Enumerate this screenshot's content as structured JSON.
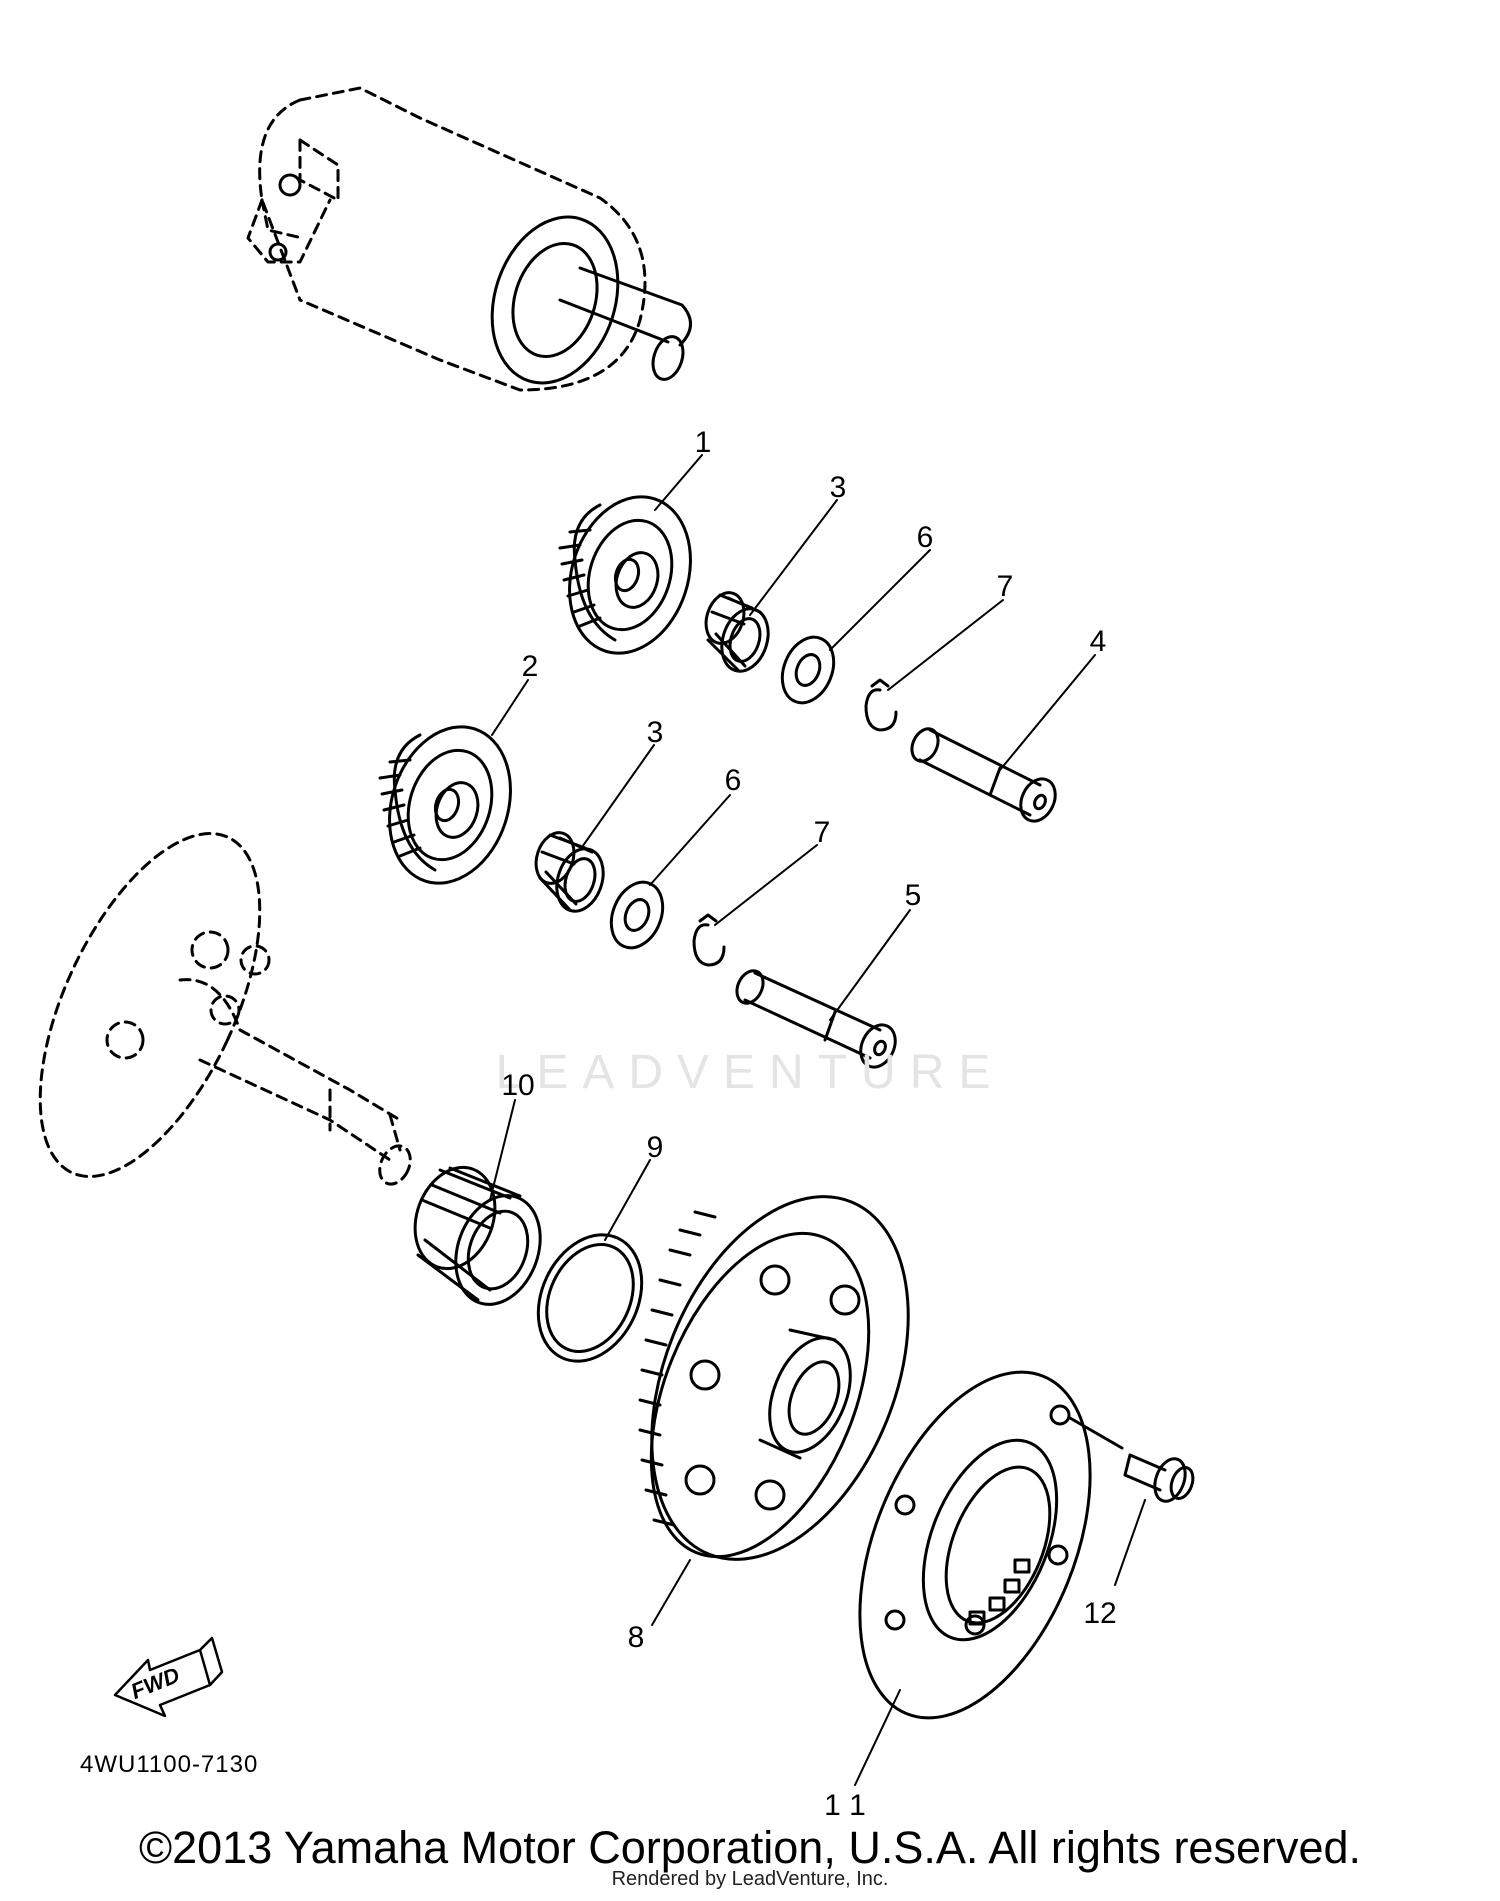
{
  "diagram": {
    "watermark": "LEADVENTURE",
    "drawing_code": "4WU1100-7130",
    "fwd_label": "FWD",
    "callouts": [
      {
        "id": "1",
        "label": "1"
      },
      {
        "id": "2",
        "label": "2"
      },
      {
        "id": "3a",
        "label": "3"
      },
      {
        "id": "3b",
        "label": "3"
      },
      {
        "id": "4",
        "label": "4"
      },
      {
        "id": "5",
        "label": "5"
      },
      {
        "id": "6a",
        "label": "6"
      },
      {
        "id": "6b",
        "label": "6"
      },
      {
        "id": "7a",
        "label": "7"
      },
      {
        "id": "7b",
        "label": "7"
      },
      {
        "id": "8",
        "label": "8"
      },
      {
        "id": "9",
        "label": "9"
      },
      {
        "id": "10",
        "label": "10"
      },
      {
        "id": "11",
        "label": "1 1"
      },
      {
        "id": "12",
        "label": "12"
      }
    ]
  },
  "footer": {
    "copyright": "©2013 Yamaha Motor Corporation, U.S.A. All rights reserved.",
    "rendered_by": "Rendered by LeadVenture, Inc."
  }
}
